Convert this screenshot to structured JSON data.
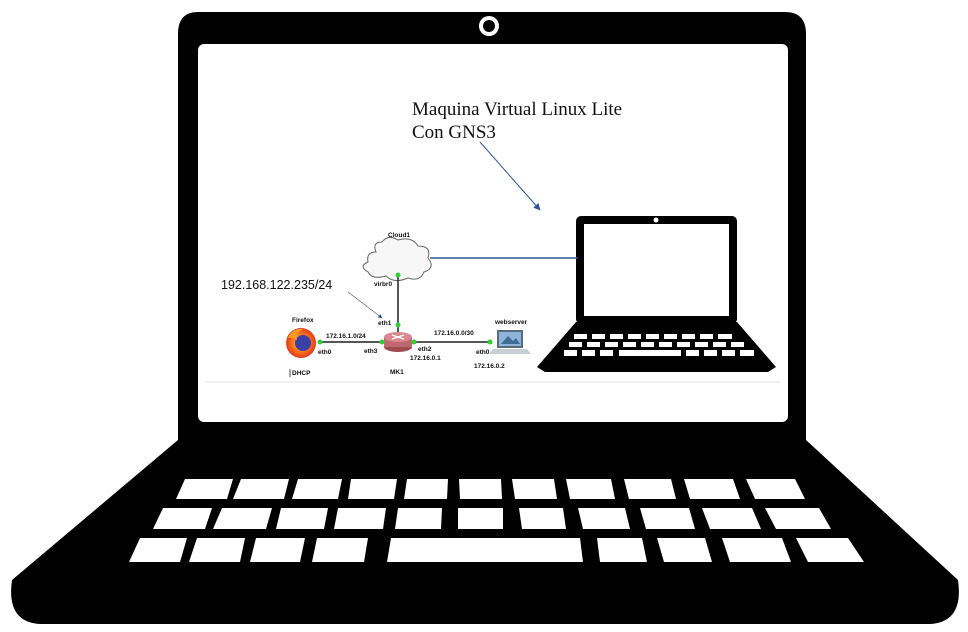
{
  "title": {
    "line1": "Maquina Virtual Linux Lite",
    "line2": "Con GNS3"
  },
  "host_ip": "192.168.122.235/24",
  "topology": {
    "cloud": {
      "name": "Cloud1",
      "port": "virbr0"
    },
    "router": {
      "name": "MK1",
      "ports": [
        "eth1",
        "eth3",
        "eth2"
      ],
      "eth2_ip": "172.16.0.1"
    },
    "client": {
      "name": "Firefox",
      "port": "eth0",
      "mode": "DHCP",
      "network": "172.16.1.0/24",
      "icon": "firefox-icon"
    },
    "server": {
      "name": "webserver",
      "port": "eth0",
      "ip": "172.16.0.2",
      "network": "172.16.0.0/30",
      "icon": "monitor-icon"
    }
  },
  "colors": {
    "laptop": "#000000",
    "screen": "#ffffff",
    "arrow": "#2f5597",
    "link": "#1f1f1f",
    "port": "#33cc33",
    "router": "#c0686f",
    "firefox": "#e66000"
  }
}
